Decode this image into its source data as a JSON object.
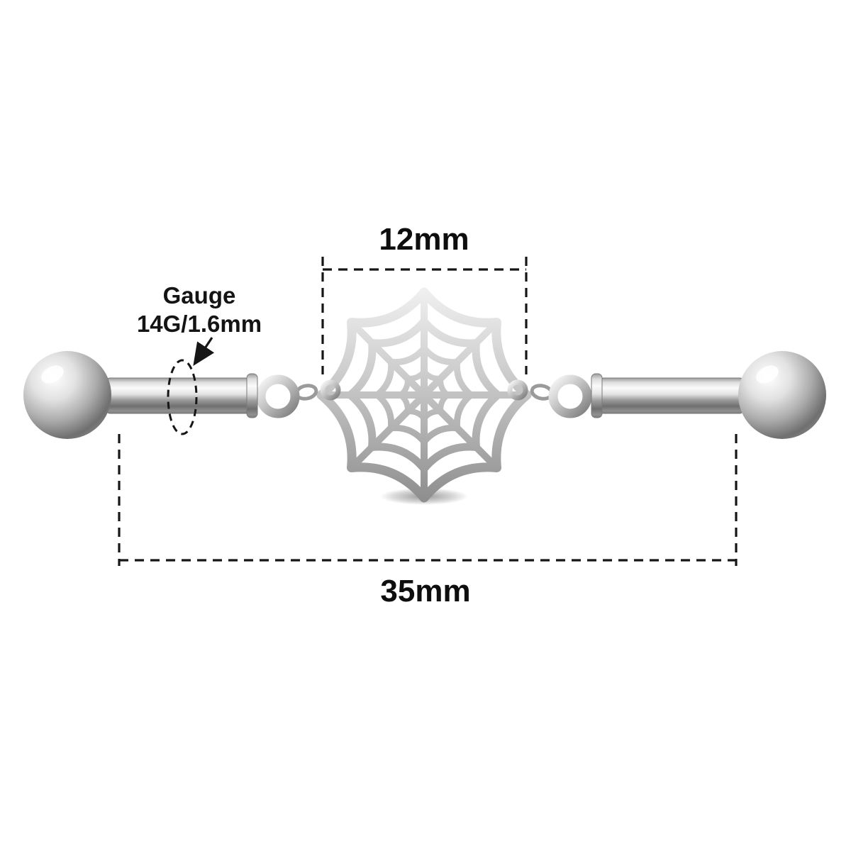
{
  "diagram": {
    "measurements": {
      "charm_width": "12mm",
      "overall_length": "35mm",
      "gauge_label": "Gauge",
      "gauge_value": "14G/1.6mm"
    },
    "icons": {
      "charm_icon": "spider-web"
    },
    "colors": {
      "background": "#ffffff",
      "metal_light": "#f6f6f6",
      "metal_mid": "#c2c2c2",
      "metal_dark": "#767676",
      "annotation_line": "#161616",
      "text": "#0e0e0e"
    }
  }
}
